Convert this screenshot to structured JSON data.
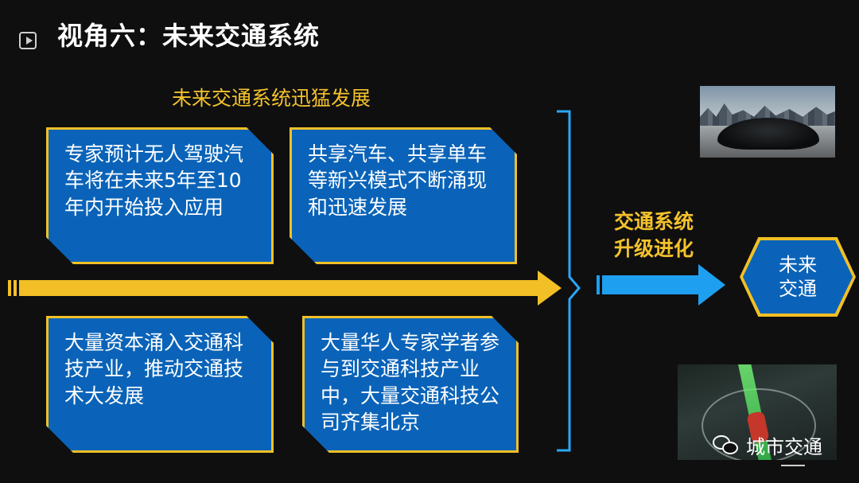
{
  "slide": {
    "title": "视角六：未来交通系统",
    "subtitle": "未来交通系统迅猛发展",
    "boxes": [
      {
        "text": "专家预计无人驾驶汽车将在未来5年至10年内开始投入应用"
      },
      {
        "text": "共享汽车、共享单车等新兴模式不断涌现和迅速发展"
      },
      {
        "text": "大量资本涌入交通科技产业，推动交通技术大发展"
      },
      {
        "text": "大量华人专家学者参与到交通科技产业中，大量交通科技公司齐集北京"
      }
    ],
    "upgrade_line1": "交通系统",
    "upgrade_line2": "升级进化",
    "future_line1": "未来",
    "future_line2": "交通",
    "watermark": "城市交通"
  },
  "colors": {
    "background": "#0f0f10",
    "accent_yellow": "#f2c026",
    "box_blue": "#0a63b8",
    "arrow_blue": "#1f9ff0",
    "bracket_blue": "#2aa8f5"
  },
  "icons": {
    "play": "play-icon",
    "wechat": "wechat-icon"
  }
}
